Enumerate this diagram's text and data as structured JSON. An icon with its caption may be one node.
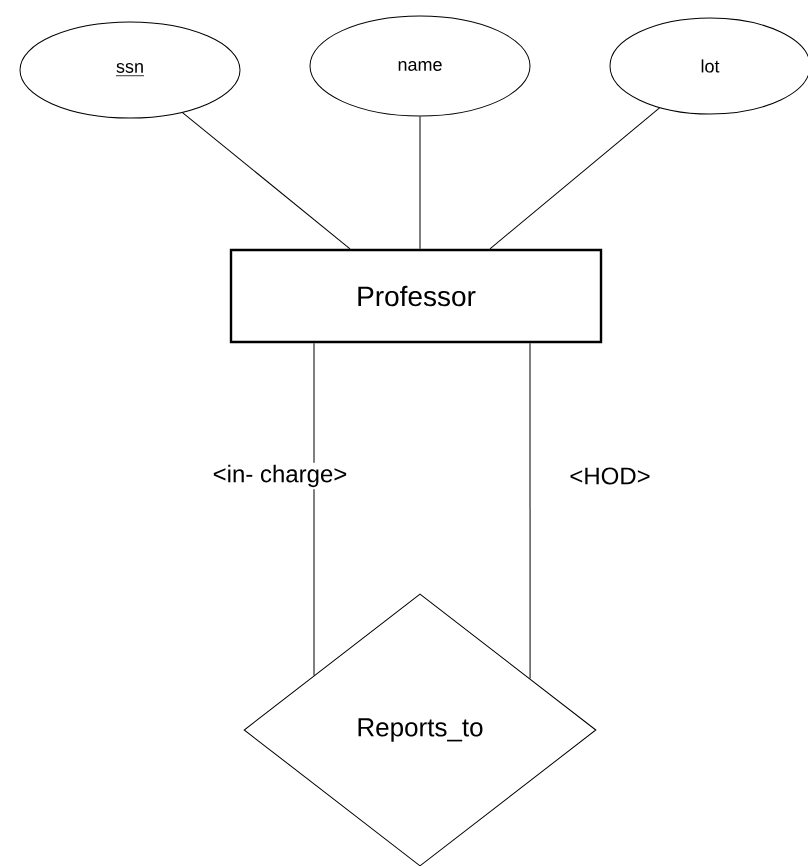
{
  "diagram": {
    "nodes": [
      {
        "text": [
          "ssn"
        ]
      },
      {
        "text": [
          "name"
        ]
      },
      {
        "text": [
          "lot"
        ]
      },
      {
        "text": [
          "Professor"
        ]
      },
      {
        "text": [
          "Reports_to"
        ]
      }
    ],
    "edges": [
      {
        "from": 0,
        "to": 3,
        "arrow": "none"
      },
      {
        "from": 1,
        "to": 3,
        "arrow": "none"
      },
      {
        "from": 2,
        "to": 3,
        "arrow": "none"
      },
      {
        "from": 3,
        "to": 4,
        "arrow": "none",
        "label": "<in- charge>"
      },
      {
        "from": 3,
        "to": 4,
        "arrow": "none",
        "label": "<HOD>"
      }
    ]
  }
}
